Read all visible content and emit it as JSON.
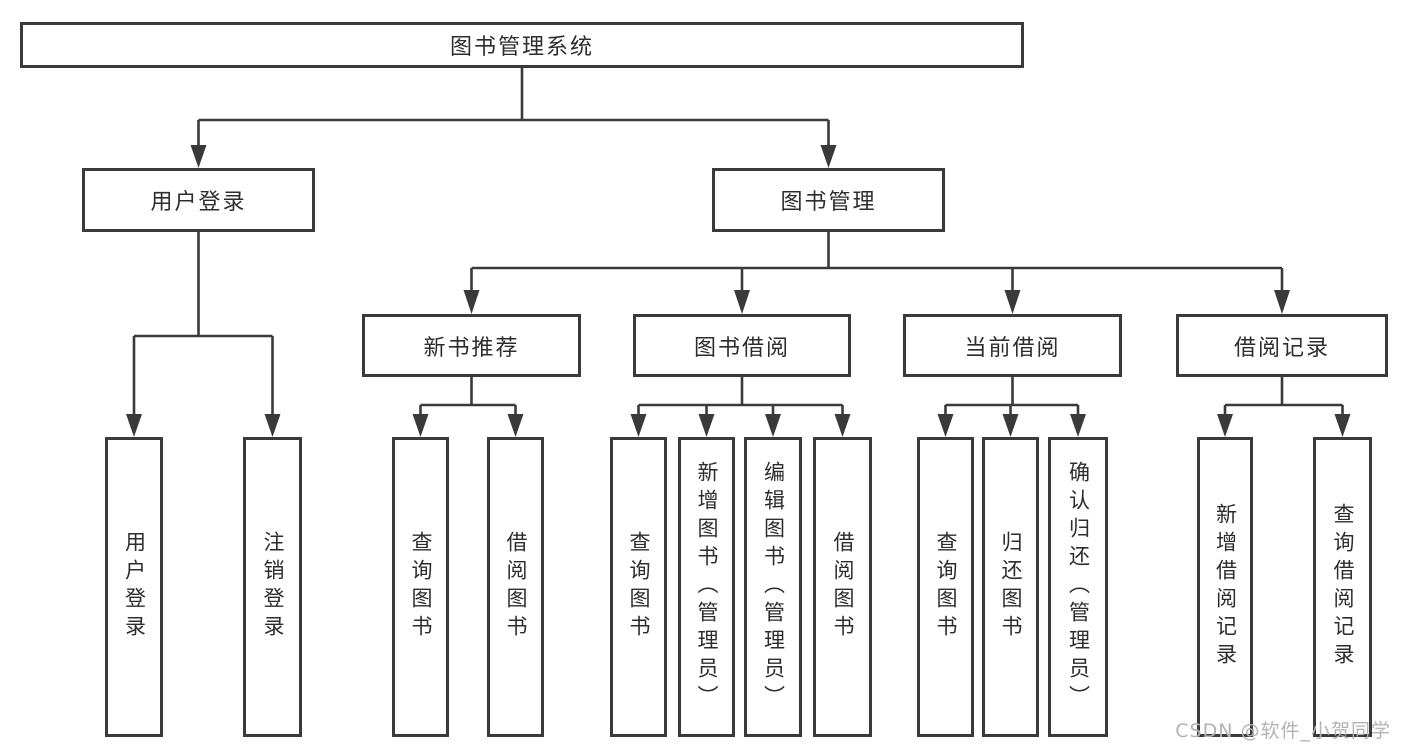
{
  "colors": {
    "line": "#3a3a3a",
    "text": "#2d2d2d",
    "box_background": "#ffffff",
    "watermark_color": "#b3b3b3"
  },
  "diagram": {
    "root": {
      "label": "图书管理系统"
    },
    "level2": [
      {
        "id": "user-login",
        "label": "用户登录",
        "parent": "图书管理系统"
      },
      {
        "id": "book-management",
        "label": "图书管理",
        "parent": "图书管理系统"
      }
    ],
    "level3": [
      {
        "id": "new-book-recommendation",
        "label": "新书推荐",
        "parent": "图书管理"
      },
      {
        "id": "book-borrowing",
        "label": "图书借阅",
        "parent": "图书管理"
      },
      {
        "id": "current-borrowing",
        "label": "当前借阅",
        "parent": "图书管理"
      },
      {
        "id": "borrowing-records",
        "label": "借阅记录",
        "parent": "图书管理"
      }
    ],
    "leaves": [
      {
        "id": "leaf-user-login",
        "label": "用户登录",
        "parent": "用户登录"
      },
      {
        "id": "leaf-logout",
        "label": "注销登录",
        "parent": "用户登录"
      },
      {
        "id": "leaf-query-books-recommend",
        "label": "查询图书",
        "parent": "新书推荐"
      },
      {
        "id": "leaf-borrow-books-recommend",
        "label": "借阅图书",
        "parent": "新书推荐"
      },
      {
        "id": "leaf-query-books-borrowing",
        "label": "查询图书",
        "parent": "图书借阅"
      },
      {
        "id": "leaf-add-book-admin",
        "label": "新增图书（管理员）",
        "parent": "图书借阅"
      },
      {
        "id": "leaf-edit-book-admin",
        "label": "编辑图书（管理员）",
        "parent": "图书借阅"
      },
      {
        "id": "leaf-borrow-books-borrowing",
        "label": "借阅图书",
        "parent": "图书借阅"
      },
      {
        "id": "leaf-query-books-current",
        "label": "查询图书",
        "parent": "当前借阅"
      },
      {
        "id": "leaf-return-books",
        "label": "归还图书",
        "parent": "当前借阅"
      },
      {
        "id": "leaf-confirm-return-admin",
        "label": "确认归还（管理员）",
        "parent": "当前借阅"
      },
      {
        "id": "leaf-add-borrowing-record",
        "label": "新增借阅记录",
        "parent": "借阅记录"
      },
      {
        "id": "leaf-query-borrowing-record",
        "label": "查询借阅记录",
        "parent": "借阅记录"
      }
    ],
    "watermark": "CSDN @软件_小贺同学"
  }
}
